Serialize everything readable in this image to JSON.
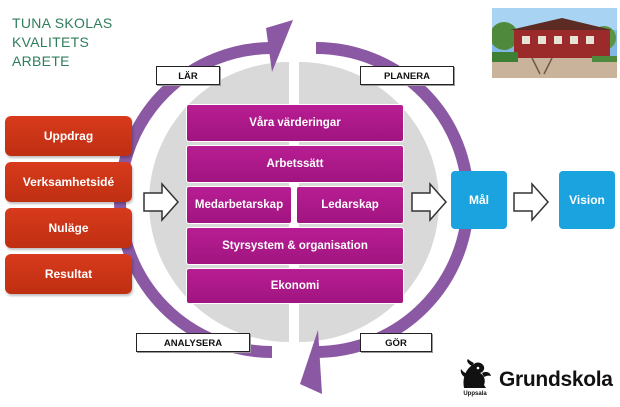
{
  "title": {
    "line1": "TUNA SKOLAS",
    "line2": "KVALITETS",
    "line3": "ARBETE"
  },
  "cycle_labels": {
    "lar": "LÄR",
    "planera": "PLANERA",
    "analysera": "ANALYSERA",
    "gor": "GÖR"
  },
  "inputs": [
    "Uppdrag",
    "Verksamhetsidé",
    "Nuläge",
    "Resultat"
  ],
  "center_boxes": {
    "values": "Våra värderingar",
    "methods": "Arbetssätt",
    "staff": "Medarbetarskap",
    "leadership": "Ledarskap",
    "governance": "Styrsystem & organisation",
    "economy": "Ekonomi"
  },
  "outputs": {
    "goal": "Mål",
    "vision": "Vision"
  },
  "logo": {
    "name": "Grundskola",
    "seal_text": "Uppsala"
  },
  "colors": {
    "title_green": "#2e7d5b",
    "cycle_purple": "#8b58a3",
    "circle_gray": "#d9d9d9",
    "input_red": "#cf3517",
    "center_magenta": "#ac1a89",
    "output_blue": "#1aa3de"
  },
  "icons": {
    "arrow": "block-right-arrow",
    "photo": "school-building-photo",
    "seal": "uppsala-lion-seal"
  }
}
